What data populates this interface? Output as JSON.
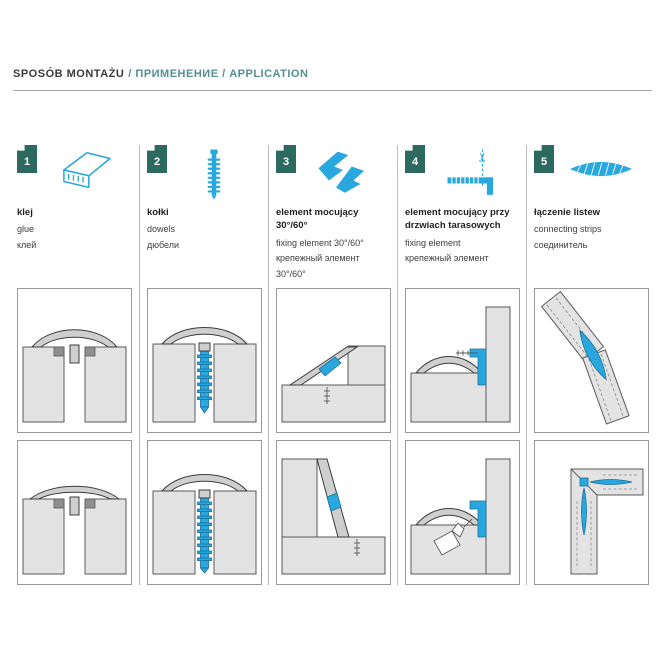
{
  "header": {
    "title_primary": "SPOSÓB MONTAŻU",
    "title_secondary": "/ ПРИМЕНЕНИЕ / APPLICATION"
  },
  "columns": [
    {
      "number": "1",
      "icon": "glue-tube-icon",
      "label_bold": "klej",
      "labels": [
        "glue",
        "клей"
      ]
    },
    {
      "number": "2",
      "icon": "dowel-icon",
      "label_bold": "kołki",
      "labels": [
        "dowels",
        "дюбели"
      ]
    },
    {
      "number": "3",
      "icon": "fixing-element-30-60-icon",
      "label_bold": "element mocujący 30°/60°",
      "labels": [
        "fixing element 30°/60°",
        "крепежный элемент 30°/60°"
      ]
    },
    {
      "number": "4",
      "icon": "scissors-cut-element-icon",
      "label_bold": "element mocujący przy drzwiach tarasowych",
      "labels": [
        "fixing element",
        "крепежный элемент"
      ]
    },
    {
      "number": "5",
      "icon": "connecting-strip-icon",
      "label_bold": "łączenie listew",
      "labels": [
        "connecting strips",
        "соединитель"
      ]
    }
  ],
  "colors": {
    "badge_green": "#2c6a60",
    "accent_cyan": "#29a8df",
    "title_secondary_teal": "#53908e",
    "divider_gray": "#bcbcbc"
  }
}
